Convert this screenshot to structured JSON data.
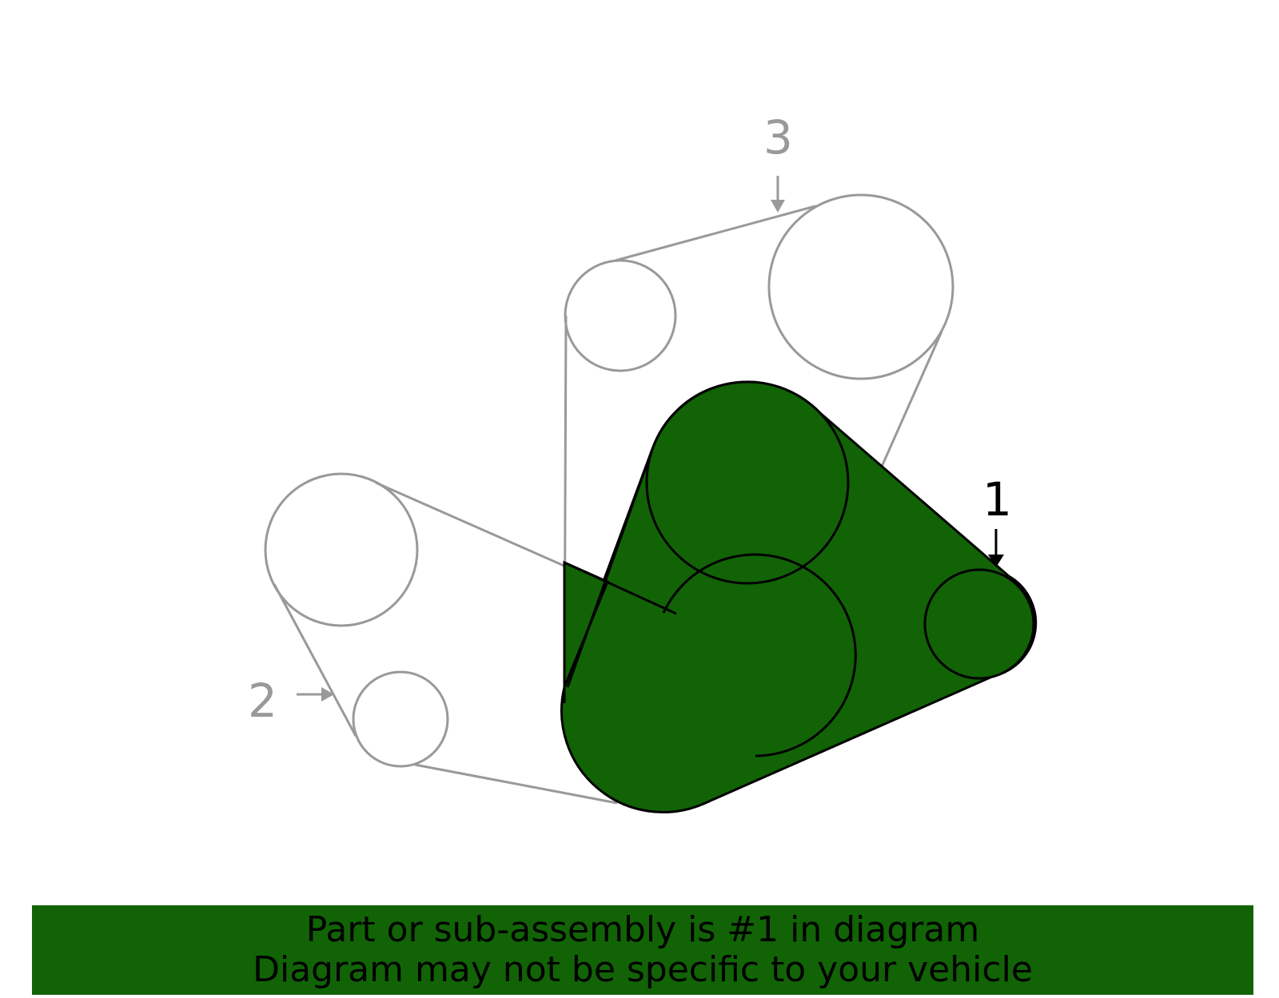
{
  "callouts": {
    "one": "1",
    "two": "2",
    "three": "3"
  },
  "banner": {
    "line1": "Part or sub-assembly is #1 in diagram",
    "line2": "Diagram may not be specific to your vehicle"
  },
  "colors": {
    "highlight": "#116306",
    "outline": "#000000",
    "other_parts": "#999999",
    "background": "#ffffff"
  }
}
